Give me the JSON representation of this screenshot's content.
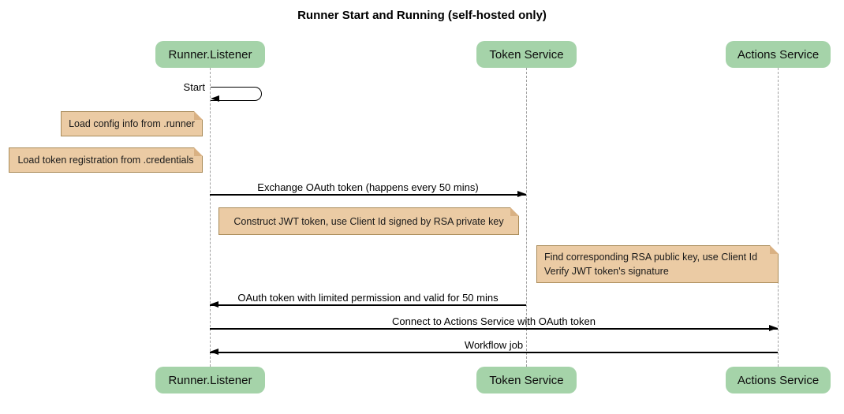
{
  "title": "Runner Start and Running (self-hosted only)",
  "participants": [
    {
      "label": "Runner.Listener"
    },
    {
      "label": "Token Service"
    },
    {
      "label": "Actions Service"
    }
  ],
  "messages": [
    {
      "text": "Start",
      "from": "Runner.Listener",
      "to": "Runner.Listener"
    },
    {
      "text": "Exchange OAuth token (happens every 50 mins)",
      "from": "Runner.Listener",
      "to": "Token Service"
    },
    {
      "text": "OAuth token with limited permission and valid for 50 mins",
      "from": "Token Service",
      "to": "Runner.Listener"
    },
    {
      "text": "Connect to Actions Service with OAuth token",
      "from": "Runner.Listener",
      "to": "Actions Service"
    },
    {
      "text": "Workflow job",
      "from": "Actions Service",
      "to": "Runner.Listener"
    }
  ],
  "notes": [
    {
      "text": "Load config info from .runner"
    },
    {
      "text": "Load token registration from .credentials"
    },
    {
      "text": "Construct JWT token, use Client Id signed by RSA private key"
    },
    {
      "lines": [
        "Find corresponding RSA public key, use Client Id",
        "Verify JWT token's signature"
      ]
    }
  ],
  "colors": {
    "participant_fill": "#a5d3a9",
    "note_fill": "#ebcba4",
    "note_border": "#a98b58",
    "lifeline": "#a0a0a0",
    "ink": "#000000"
  }
}
